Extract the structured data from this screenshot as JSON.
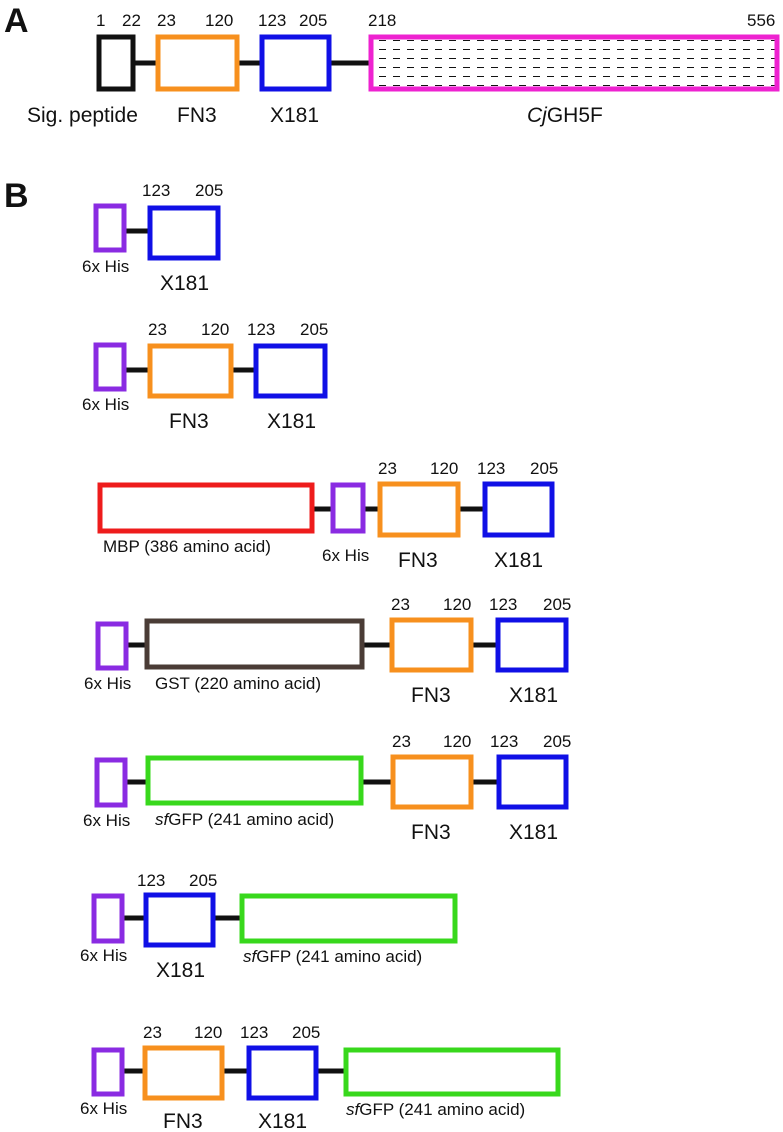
{
  "panels": {
    "a": "A",
    "b": "B"
  },
  "colors": {
    "sig": "#111111",
    "fn3": "#f7901e",
    "x181": "#1010e6",
    "gh5f": "#ee22d0",
    "his": "#8a2be2",
    "mbp": "#ee1c1c",
    "gst": "#4a3c36",
    "gfp": "#38d81c",
    "linker": "#111111"
  },
  "construct_a": {
    "sig": {
      "start": "1",
      "end": "22",
      "label": "Sig. peptide"
    },
    "fn3": {
      "start": "23",
      "end": "120",
      "label": "FN3"
    },
    "x181": {
      "start": "123",
      "end": "205",
      "label": "X181"
    },
    "gh5f": {
      "start": "218",
      "end": "556",
      "label_italic": "Cj",
      "label_rest": "GH5F"
    }
  },
  "constructs_b": [
    {
      "his": "6x His",
      "x181": {
        "start": "123",
        "end": "205",
        "label": "X181"
      }
    },
    {
      "his": "6x His",
      "fn3": {
        "start": "23",
        "end": "120",
        "label": "FN3"
      },
      "x181": {
        "start": "123",
        "end": "205",
        "label": "X181"
      }
    },
    {
      "mbp": "MBP (386 amino acid)",
      "his": "6x His",
      "fn3": {
        "start": "23",
        "end": "120",
        "label": "FN3"
      },
      "x181": {
        "start": "123",
        "end": "205",
        "label": "X181"
      }
    },
    {
      "his": "6x His",
      "gst": "GST (220 amino acid)",
      "fn3": {
        "start": "23",
        "end": "120",
        "label": "FN3"
      },
      "x181": {
        "start": "123",
        "end": "205",
        "label": "X181"
      }
    },
    {
      "his": "6x His",
      "gfp": {
        "italic": "sf",
        "rest": "GFP (241 amino acid)"
      },
      "fn3": {
        "start": "23",
        "end": "120",
        "label": "FN3"
      },
      "x181": {
        "start": "123",
        "end": "205",
        "label": "X181"
      }
    },
    {
      "his": "6x His",
      "x181": {
        "start": "123",
        "end": "205",
        "label": "X181"
      },
      "gfp": {
        "italic": "sf",
        "rest": "GFP (241 amino acid)"
      }
    },
    {
      "his": "6x His",
      "fn3": {
        "start": "23",
        "end": "120",
        "label": "FN3"
      },
      "x181": {
        "start": "123",
        "end": "205",
        "label": "X181"
      },
      "gfp": {
        "italic": "sf",
        "rest": "GFP (241 amino acid)"
      }
    }
  ]
}
